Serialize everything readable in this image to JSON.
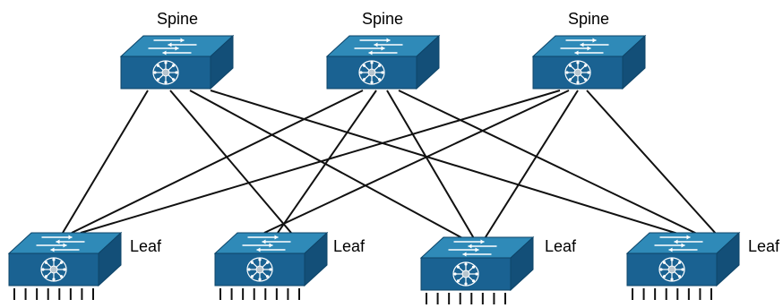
{
  "diagram": {
    "spines": [
      {
        "label": "Spine"
      },
      {
        "label": "Spine"
      },
      {
        "label": "Spine"
      }
    ],
    "leaves": [
      {
        "label": "Leaf",
        "port_count": 8
      },
      {
        "label": "Leaf",
        "port_count": 8
      },
      {
        "label": "Leaf",
        "port_count": 8
      },
      {
        "label": "Leaf",
        "port_count": 8
      }
    ],
    "links": "full-mesh spine-to-leaf",
    "colors": {
      "switch_top": "#2f8ab8",
      "switch_front": "#1a6292",
      "switch_side": "#134f78",
      "icon": "#ffffff",
      "link": "#111111"
    },
    "icons": {
      "spine": "layer3-switch-icon",
      "leaf": "layer3-switch-icon"
    }
  }
}
